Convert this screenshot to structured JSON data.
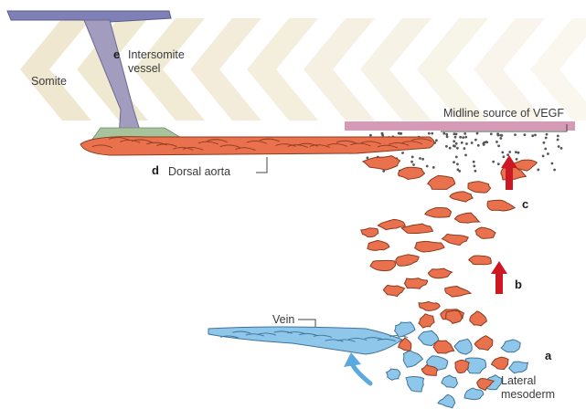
{
  "labels": {
    "somite": "Somite",
    "intersomite_line1": "Intersomite",
    "intersomite_line2": "vessel",
    "midline": "Midline source of VEGF",
    "dorsal_aorta": "Dorsal aorta",
    "vein": "Vein",
    "lateral_line1": "Lateral",
    "lateral_line2": "mesoderm"
  },
  "keys": {
    "a": "a",
    "b": "b",
    "c": "c",
    "d": "d",
    "e": "e"
  },
  "colors": {
    "somite_chevron": "#efe7cf",
    "intersomite_vessel": "#a29cbe",
    "intersomite_top": "#7f80b5",
    "midline_bar": "#d79ab6",
    "arterial_cell": "#e9714d",
    "arterial_cell_outline": "#8c3a1d",
    "venous_cell": "#8fc7ea",
    "venous_cell_outline": "#3d7399",
    "arrow_red": "#cc1822",
    "arrow_blue": "#5aa9df",
    "vegf_dots": "#555555"
  }
}
